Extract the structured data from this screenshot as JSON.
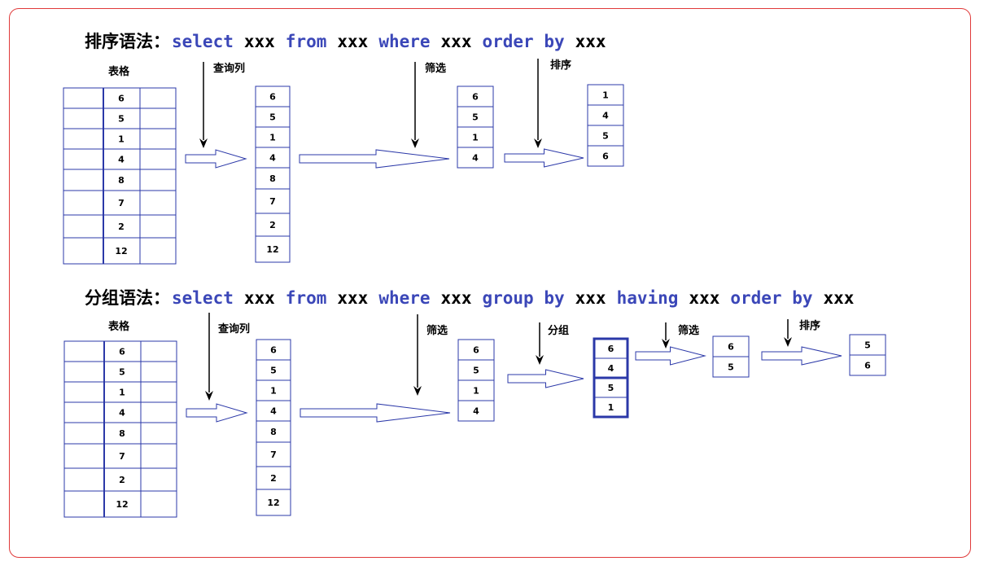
{
  "sort_section": {
    "title_label": "排序语法：",
    "syntax": [
      {
        "t": "select",
        "k": true
      },
      {
        "t": "xxx",
        "k": false
      },
      {
        "t": "from",
        "k": true
      },
      {
        "t": "xxx",
        "k": false
      },
      {
        "t": "where",
        "k": true
      },
      {
        "t": "xxx",
        "k": false
      },
      {
        "t": "order by",
        "k": true
      },
      {
        "t": "xxx",
        "k": false
      }
    ],
    "table_label": "表格",
    "table_values": [
      "6",
      "5",
      "1",
      "4",
      "8",
      "7",
      "2",
      "12"
    ],
    "select_label": "查询列",
    "select_values": [
      "6",
      "5",
      "1",
      "4",
      "8",
      "7",
      "2",
      "12"
    ],
    "filter_label": "筛选",
    "filter_values": [
      "6",
      "5",
      "1",
      "4"
    ],
    "order_label": "排序",
    "order_values": [
      "1",
      "4",
      "5",
      "6"
    ]
  },
  "group_section": {
    "title_label": "分组语法：",
    "syntax": [
      {
        "t": "select",
        "k": true
      },
      {
        "t": "xxx",
        "k": false
      },
      {
        "t": "from",
        "k": true
      },
      {
        "t": "xxx",
        "k": false
      },
      {
        "t": "where",
        "k": true
      },
      {
        "t": "xxx",
        "k": false
      },
      {
        "t": "group by",
        "k": true
      },
      {
        "t": "xxx",
        "k": false
      },
      {
        "t": "having",
        "k": true
      },
      {
        "t": "xxx",
        "k": false
      },
      {
        "t": "order by",
        "k": true
      },
      {
        "t": "xxx",
        "k": false
      }
    ],
    "table_label": "表格",
    "table_values": [
      "6",
      "5",
      "1",
      "4",
      "8",
      "7",
      "2",
      "12"
    ],
    "select_label": "查询列",
    "select_values": [
      "6",
      "5",
      "1",
      "4",
      "8",
      "7",
      "2",
      "12"
    ],
    "filter_label": "筛选",
    "filter_values": [
      "6",
      "5",
      "1",
      "4"
    ],
    "group_label": "分组",
    "group_values": [
      "6",
      "4",
      "5",
      "1"
    ],
    "having_label": "筛选",
    "having_values": [
      "6",
      "5"
    ],
    "order_label": "排序",
    "order_values": [
      "5",
      "6"
    ]
  },
  "colors": {
    "keyword": "#3b47b8",
    "grid_line": "#2b38a8",
    "frame_border": "#e03a3a"
  }
}
